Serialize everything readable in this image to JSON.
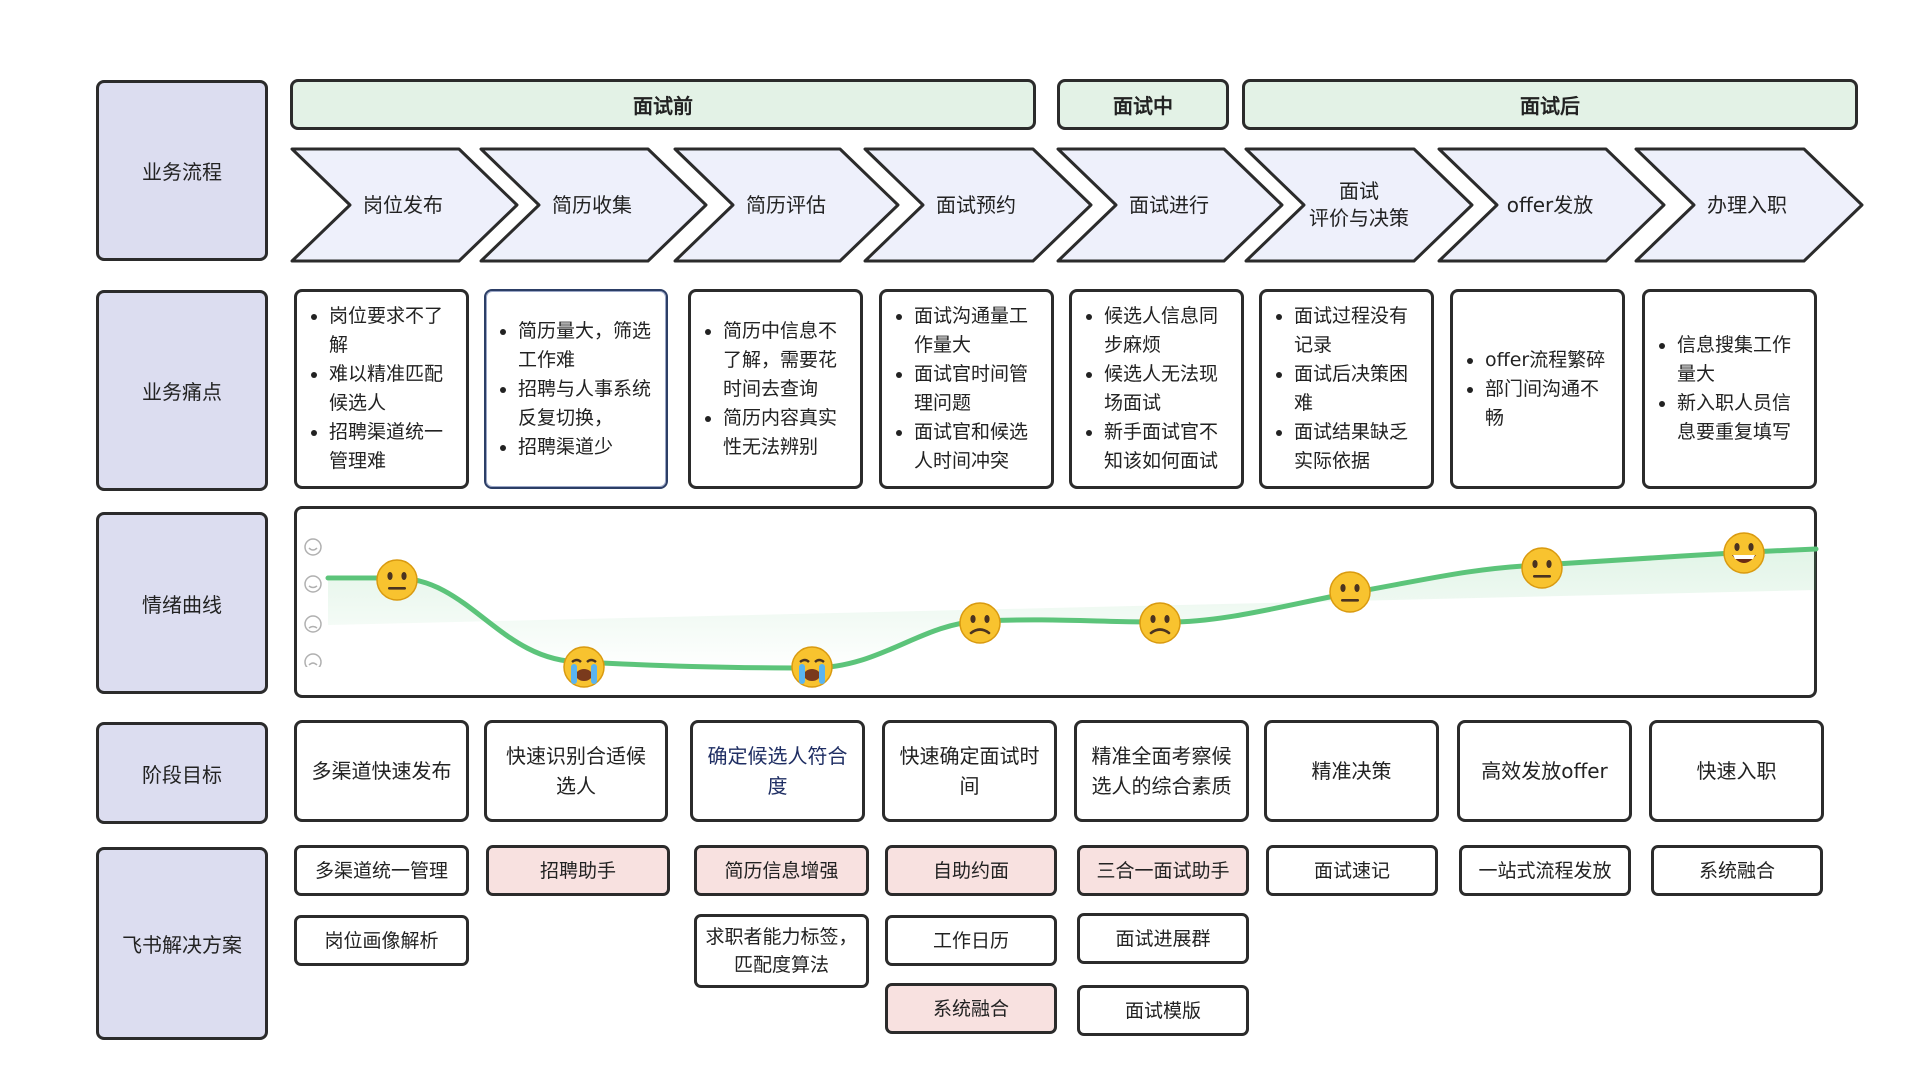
{
  "rows": {
    "process": "业务流程",
    "pain": "业务痛点",
    "emotion": "情绪曲线",
    "goal": "阶段目标",
    "solution": "飞书解决方案"
  },
  "phases": [
    "面试前",
    "面试中",
    "面试后"
  ],
  "steps": [
    {
      "label": "岗位发布"
    },
    {
      "label": "简历收集"
    },
    {
      "label": "简历评估"
    },
    {
      "label": "面试预约"
    },
    {
      "label": "面试进行"
    },
    {
      "label": "面试\n评价与决策"
    },
    {
      "label": "offer发放"
    },
    {
      "label": "办理入职"
    }
  ],
  "pains": [
    [
      "岗位要求不了解",
      "难以精准匹配候选人",
      "招聘渠道统一管理难"
    ],
    [
      "简历量大，筛选工作难",
      "招聘与人事系统反复切换，",
      "招聘渠道少"
    ],
    [
      "简历中信息不了解，需要花时间去查询",
      "简历内容真实性无法辨别"
    ],
    [
      "面试沟通量工作量大",
      "面试官时间管理问题",
      "面试官和候选人时间冲突"
    ],
    [
      "候选人信息同步麻烦",
      "候选人无法现场面试",
      "新手面试官不知该如何面试"
    ],
    [
      "面试过程没有记录",
      "面试后决策困难",
      "面试结果缺乏实际依据"
    ],
    [
      "offer流程繁碎",
      "部门间沟通不畅"
    ],
    [
      "信息搜集工作量大",
      "新入职人员信息要重复填写"
    ]
  ],
  "emotion_levels": [
    "neutral",
    "crying",
    "crying",
    "sad",
    "sad",
    "neutral",
    "neutral",
    "grinning"
  ],
  "legend_icons": [
    "very-happy-icon",
    "happy-icon",
    "sad-icon",
    "very-sad-icon"
  ],
  "goals": [
    "多渠道快速发布",
    "快速识别合适候选人",
    "确定候选人符合度",
    "快速确定面试时间",
    "精准全面考察候选人的综合素质",
    "精准决策",
    "高效发放offer",
    "快速入职"
  ],
  "solutions": [
    [
      {
        "text": "多渠道统一管理",
        "pink": false
      },
      {
        "text": "岗位画像解析",
        "pink": false
      }
    ],
    [
      {
        "text": "招聘助手",
        "pink": true
      }
    ],
    [
      {
        "text": "简历信息增强",
        "pink": true
      },
      {
        "text": "求职者能力标签，匹配度算法",
        "pink": false
      }
    ],
    [
      {
        "text": "自助约面",
        "pink": true
      },
      {
        "text": "工作日历",
        "pink": false
      },
      {
        "text": "系统融合",
        "pink": true
      }
    ],
    [
      {
        "text": "三合一面试助手",
        "pink": true
      },
      {
        "text": "面试进展群",
        "pink": false
      },
      {
        "text": "面试模版",
        "pink": false
      }
    ],
    [
      {
        "text": "面试速记",
        "pink": false
      }
    ],
    [
      {
        "text": "一站式流程发放",
        "pink": false
      }
    ],
    [
      {
        "text": "系统融合",
        "pink": false
      }
    ]
  ],
  "colors": {
    "row_label_bg": "#dcddf0",
    "phase_bg": "#e3f2e6",
    "chevron_bg": "#eef0fb",
    "curve": "#5cc47a",
    "pink": "#f8e1e0"
  }
}
